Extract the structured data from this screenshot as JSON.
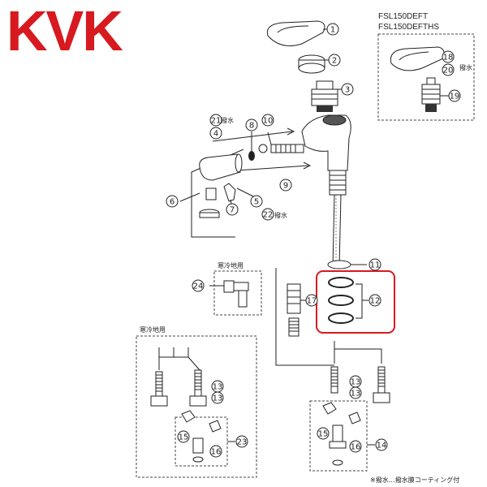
{
  "brand": {
    "logo_text": "KVK",
    "logo_color": "#d71920"
  },
  "models": [
    "FSL150DEFT",
    "FSL150DEFTHS"
  ],
  "labels": {
    "cold_region_1": "寒冷地用",
    "cold_region_2": "寒冷地用",
    "water_repellent_21": "撥水",
    "water_repellent_22": "撥水",
    "water_repellent_20": "撥水"
  },
  "footnote": "※撥水…撥水膜コーティング付",
  "callouts": [
    "1",
    "2",
    "3",
    "4",
    "5",
    "6",
    "7",
    "8",
    "9",
    "10",
    "11",
    "12",
    "13",
    "13",
    "13",
    "13",
    "14",
    "15",
    "15",
    "16",
    "16",
    "17",
    "18",
    "19",
    "20",
    "21",
    "22",
    "23",
    "24"
  ],
  "colors": {
    "highlight": "#d71920",
    "line": "#222222"
  }
}
